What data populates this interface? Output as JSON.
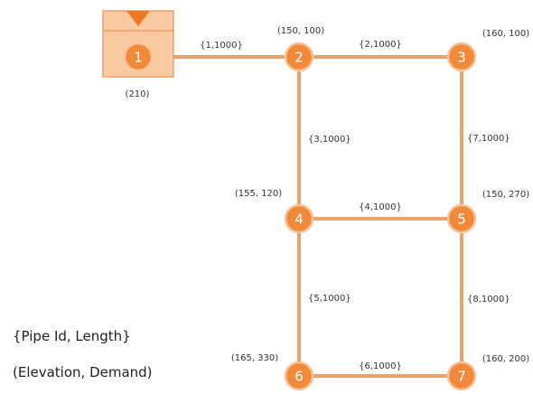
{
  "diagram": {
    "colors": {
      "pipe": "#e8a26e",
      "node_fill": "#f08a3a",
      "node_stroke": "#f6c39a",
      "reservoir_fill": "#f9c9a1",
      "reservoir_stroke": "#e9a16b",
      "reservoir_marker": "#ec7a25"
    },
    "nodes": [
      {
        "id": "1",
        "type": "reservoir",
        "attr": "(210)"
      },
      {
        "id": "2",
        "type": "junction",
        "attr": "(150, 100)"
      },
      {
        "id": "3",
        "type": "junction",
        "attr": "(160, 100)"
      },
      {
        "id": "4",
        "type": "junction",
        "attr": "(155, 120)"
      },
      {
        "id": "5",
        "type": "junction",
        "attr": "(150, 270)"
      },
      {
        "id": "6",
        "type": "junction",
        "attr": "(165, 330)"
      },
      {
        "id": "7",
        "type": "junction",
        "attr": "(160, 200)"
      }
    ],
    "pipes": [
      {
        "from": "1",
        "to": "2",
        "label": "{1,1000}"
      },
      {
        "from": "2",
        "to": "3",
        "label": "{2,1000}"
      },
      {
        "from": "2",
        "to": "4",
        "label": "{3,1000}"
      },
      {
        "from": "4",
        "to": "5",
        "label": "{4,1000}"
      },
      {
        "from": "4",
        "to": "6",
        "label": "{5,1000}"
      },
      {
        "from": "6",
        "to": "7",
        "label": "{6,1000}"
      },
      {
        "from": "3",
        "to": "5",
        "label": "{7,1000}"
      },
      {
        "from": "5",
        "to": "7",
        "label": "{8,1000}"
      }
    ]
  },
  "legend": {
    "pipe_format": "{Pipe Id, Length}",
    "node_format": "(Elevation, Demand)"
  }
}
